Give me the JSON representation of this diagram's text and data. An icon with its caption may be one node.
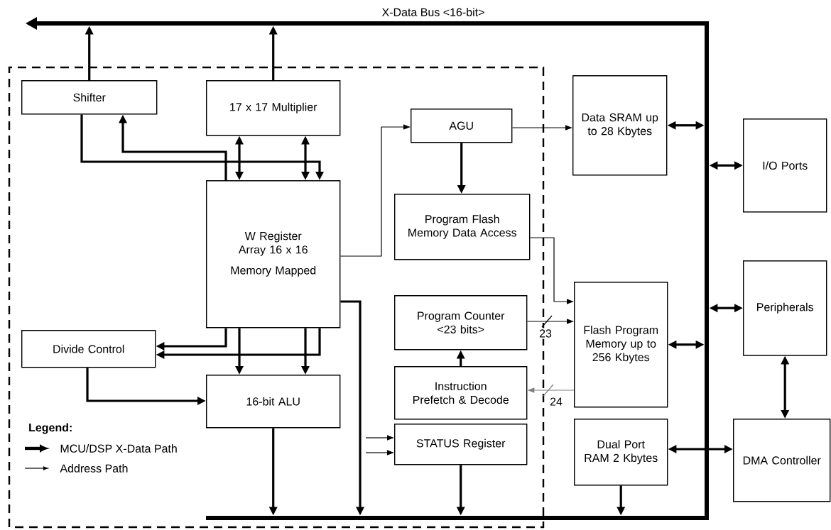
{
  "diagram": {
    "nodes": [
      {
        "text": [
          "X-Data Bus <16-bit>"
        ]
      },
      {
        "text": [
          "Shifter"
        ]
      },
      {
        "text": [
          "17 x 17 Multiplier"
        ]
      },
      {
        "text": [
          "AGU"
        ]
      },
      {
        "text": [
          "Data SRAM up to 28 Kbytes"
        ]
      },
      {
        "text": [
          "I/O Ports"
        ]
      },
      {
        "text": [
          "W Register Array 16 x 16",
          "Memory Mapped"
        ]
      },
      {
        "text": [
          "Program Flash Memory Data Access"
        ]
      },
      {
        "text": [
          "Flash Program Memory up to 256 Kbytes"
        ]
      },
      {
        "text": [
          "Peripherals"
        ]
      },
      {
        "text": [
          "Program Counter <23 bits>"
        ]
      },
      {
        "text": [
          "Divide Control"
        ]
      },
      {
        "text": [
          "Instruction Prefetch & Decode"
        ]
      },
      {
        "text": [
          "16-bit ALU"
        ]
      },
      {
        "text": [
          "STATUS Register"
        ]
      },
      {
        "text": [
          "Dual Port RAM 2 Kbytes"
        ]
      },
      {
        "text": [
          "DMA Controller"
        ]
      },
      {
        "text": [],
        "shape": "bar"
      },
      {
        "text": [],
        "shape": "bar"
      }
    ],
    "edges": [
      {
        "from": 1,
        "to": 0,
        "arrow": "to"
      },
      {
        "from": 2,
        "to": 0,
        "arrow": "to"
      },
      {
        "from": 6,
        "to": 2,
        "arrow": "both"
      },
      {
        "from": 6,
        "to": 2,
        "arrow": "both"
      },
      {
        "from": 1,
        "to": 6,
        "arrow": "to"
      },
      {
        "from": 6,
        "to": 1,
        "arrow": "to"
      },
      {
        "from": 6,
        "to": 3,
        "arrow": "to"
      },
      {
        "from": 3,
        "to": 4,
        "arrow": "to"
      },
      {
        "from": 3,
        "to": 7,
        "arrow": "to"
      },
      {
        "from": 7,
        "to": 8,
        "arrow": "to"
      },
      {
        "from": 10,
        "to": 8,
        "arrow": "to",
        "label": "23"
      },
      {
        "from": 8,
        "to": 12,
        "arrow": "to",
        "label": "24",
        "color": "#7f7f7f"
      },
      {
        "from": 12,
        "to": 10,
        "arrow": "to"
      },
      {
        "from": 4,
        "to": 17,
        "arrow": "both"
      },
      {
        "from": 5,
        "to": 17,
        "arrow": "both"
      },
      {
        "from": 9,
        "to": 17,
        "arrow": "both"
      },
      {
        "from": 8,
        "to": 17,
        "arrow": "both"
      },
      {
        "from": 9,
        "to": 16,
        "arrow": "both"
      },
      {
        "from": 15,
        "to": 16,
        "arrow": "both"
      },
      {
        "from": 15,
        "to": 18,
        "arrow": "to"
      },
      {
        "from": 14,
        "to": 18,
        "arrow": "to"
      },
      {
        "from": 13,
        "to": 18,
        "arrow": "to"
      },
      {
        "from": 6,
        "to": 18,
        "arrow": "to"
      },
      {
        "from": 6,
        "to": 13,
        "arrow": "to"
      },
      {
        "from": 6,
        "to": 13,
        "arrow": "to"
      },
      {
        "from": 6,
        "to": 11,
        "arrow": "to"
      },
      {
        "from": 6,
        "to": 11,
        "arrow": "to"
      },
      {
        "from": 11,
        "to": 13,
        "arrow": "to"
      },
      {
        "from": null,
        "to": 14,
        "arrow": "to"
      },
      {
        "from": null,
        "to": 14,
        "arrow": "to"
      }
    ],
    "labels": [
      "Legend:"
    ],
    "legend": [
      {
        "text": "MCU/DSP X-Data Path"
      },
      {
        "text": "Address Path"
      }
    ]
  }
}
